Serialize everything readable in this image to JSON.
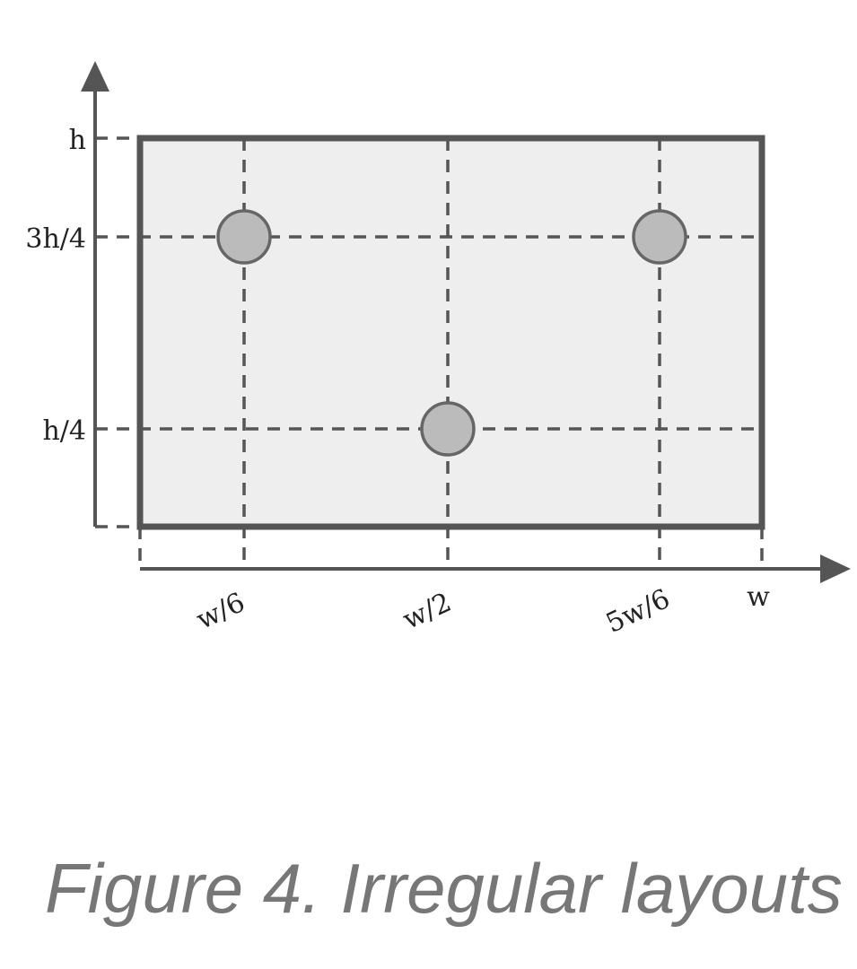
{
  "diagram": {
    "y_labels": [
      "h",
      "3h/4",
      "h/4"
    ],
    "x_labels": [
      "w/6",
      "w/2",
      "5w/6",
      "w"
    ],
    "points": [
      {
        "x": "w/6",
        "y": "3h/4"
      },
      {
        "x": "5w/6",
        "y": "3h/4"
      },
      {
        "x": "w/2",
        "y": "h/4"
      }
    ],
    "colors": {
      "frame": "#555555",
      "fill": "#eeeeee",
      "circle": "#bbbbbb",
      "caption": "#777777"
    }
  },
  "caption": "Figure 4. Irregular layouts"
}
